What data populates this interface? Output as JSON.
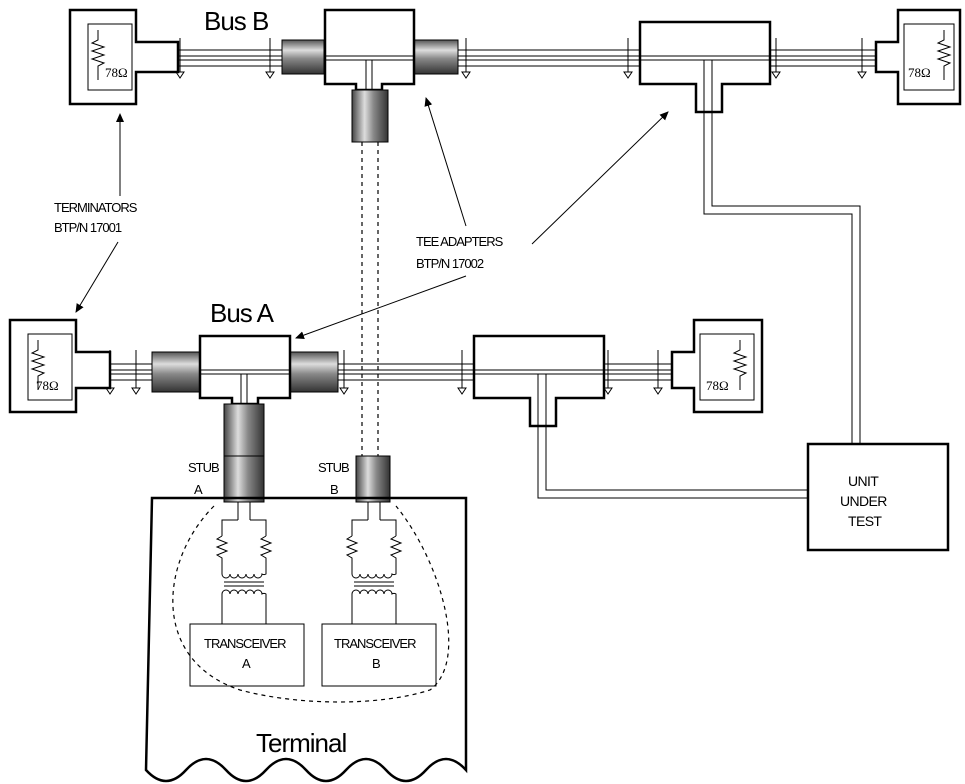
{
  "bus_b": {
    "label": "Bus B"
  },
  "bus_a": {
    "label": "Bus A"
  },
  "terminators": {
    "line1": "TERMINATORS",
    "line2": "BTP/N 17001",
    "ohms": "78Ω"
  },
  "tee_adapters": {
    "line1": "TEE ADAPTERS",
    "line2": "BTP/N 17002"
  },
  "stubs": [
    {
      "line1": "STUB",
      "line2": "A"
    },
    {
      "line1": "STUB",
      "line2": "B"
    }
  ],
  "transceivers": [
    {
      "line1": "TRANSCEIVER",
      "line2": "A"
    },
    {
      "line1": "TRANSCEIVER",
      "line2": "B"
    }
  ],
  "unit_under_test": {
    "line1": "UNIT",
    "line2": "UNDER",
    "line3": "TEST"
  },
  "terminal": {
    "label": "Terminal"
  }
}
